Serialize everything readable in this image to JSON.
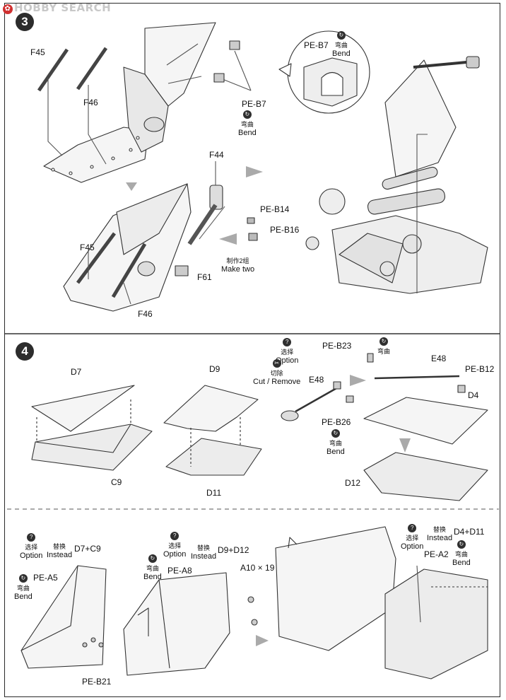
{
  "header": {
    "logo_text": "HOBBY SEARCH"
  },
  "steps": {
    "s3": "3",
    "s4": "4"
  },
  "callouts": {
    "bend_cn": "弯曲",
    "bend_en": "Bend",
    "option_cn": "选择",
    "option_en": "Option",
    "instead_cn": "替换",
    "instead_en": "Instead",
    "cut_cn": "切除",
    "cut_en": "Cut / Remove",
    "make_cn": "制作2组",
    "make_en": "Make two"
  },
  "parts": {
    "f45a": "F45",
    "f46a": "F46",
    "peb7a": "PE-B7",
    "peb7b": "PE-B7",
    "f44": "F44",
    "peb14": "PE-B14",
    "peb16": "PE-B16",
    "f45b": "F45",
    "f46b": "F46",
    "f61": "F61",
    "d7": "D7",
    "c9": "C9",
    "d9": "D9",
    "d11": "D11",
    "e48a": "E48",
    "peb23": "PE-B23",
    "e48b": "E48",
    "peb12": "PE-B12",
    "d4": "D4",
    "peb26": "PE-B26",
    "d12": "D12",
    "d7c9": "D7+C9",
    "pea5": "PE-A5",
    "peb21": "PE-B21",
    "d9d12": "D9+D12",
    "pea8": "PE-A8",
    "a10": "A10 × 19",
    "d4d11": "D4+D11",
    "pea2": "PE-A2"
  },
  "icons": [
    "bend-icon",
    "option-icon",
    "cut-icon",
    "arrow-icon"
  ],
  "colors": {
    "step_badge": "#2c2c2c",
    "line": "#333333",
    "fill": "#f4f4f4"
  }
}
